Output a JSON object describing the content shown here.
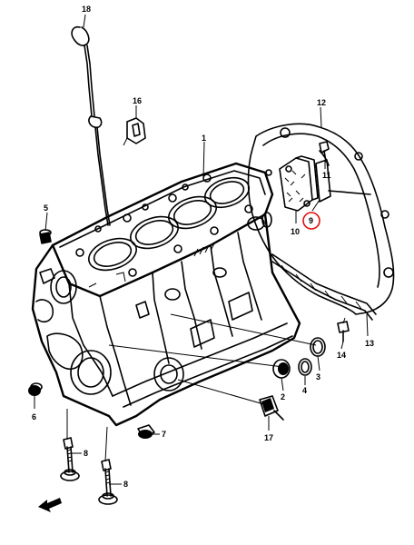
{
  "diagram": {
    "title": "",
    "callouts": [
      {
        "id": "c18",
        "label": "18",
        "part": "oil-level-gauge"
      },
      {
        "id": "c16",
        "label": "16",
        "part": "gauge-guide-bracket"
      },
      {
        "id": "c12",
        "label": "12",
        "part": "rear-plate"
      },
      {
        "id": "c1",
        "label": "1",
        "part": "cylinder-block"
      },
      {
        "id": "c11",
        "label": "11",
        "part": "bolt"
      },
      {
        "id": "c5",
        "label": "5",
        "part": "plug"
      },
      {
        "id": "c10",
        "label": "10",
        "part": "cover-plate"
      },
      {
        "id": "c9",
        "label": "9",
        "part": "gasket",
        "highlighted": true
      },
      {
        "id": "c13",
        "label": "13",
        "part": "rear-plate-lower"
      },
      {
        "id": "c14",
        "label": "14",
        "part": "bolt-lower"
      },
      {
        "id": "c3",
        "label": "3",
        "part": "oil-seal"
      },
      {
        "id": "c4",
        "label": "4",
        "part": "o-ring"
      },
      {
        "id": "c2",
        "label": "2",
        "part": "cap"
      },
      {
        "id": "c6",
        "label": "6",
        "part": "side-plug"
      },
      {
        "id": "c17",
        "label": "17",
        "part": "oil-pressure-switch"
      },
      {
        "id": "c7",
        "label": "7",
        "part": "drain-plug"
      },
      {
        "id": "c8a",
        "label": "8",
        "part": "stud-bolt-upper"
      },
      {
        "id": "c8b",
        "label": "8",
        "part": "stud-bolt-lower"
      }
    ],
    "highlight_color": "#e01010",
    "direction_arrow": "front-arrow-icon"
  }
}
